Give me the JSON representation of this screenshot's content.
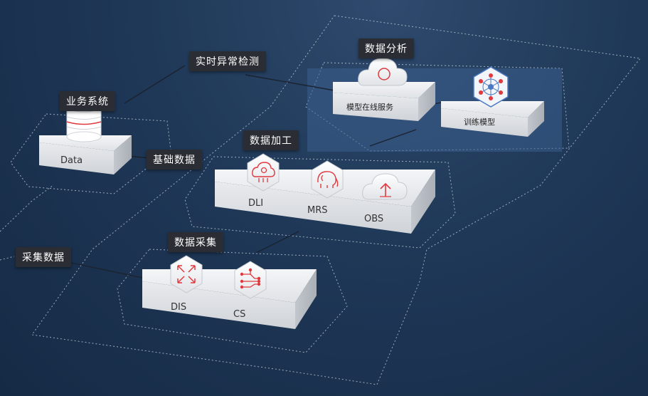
{
  "labels": {
    "realtime": "实时异常检测",
    "business": "业务系统",
    "basic": "基础数据",
    "collect": "采集数据",
    "analysis": "数据分析",
    "process": "数据加工",
    "acquisition": "数据采集"
  },
  "nodes": {
    "data": "Data",
    "model_online": "模型在线服务",
    "train_model": "训练模型",
    "dli": "DLI",
    "mrs": "MRS",
    "obs": "OBS",
    "dis": "DIS",
    "cs": "CS"
  },
  "icons": {
    "data": "database-icon",
    "model_online": "cloud-ring-icon",
    "train_model": "neural-network-icon",
    "dli": "dli-cloud-icon",
    "mrs": "elephant-icon",
    "obs": "upload-cloud-icon",
    "dis": "dis-arrows-icon",
    "cs": "circuit-icon"
  },
  "colors": {
    "accent": "#e0393e",
    "label_bg": "#2a2d33",
    "highlight_panel": "#3a5f8e"
  }
}
